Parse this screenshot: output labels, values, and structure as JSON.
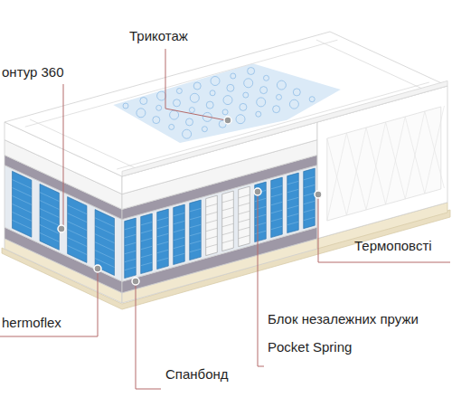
{
  "diagram": {
    "labels": [
      "Трикотаж",
      "онтур 360",
      "Термоповсті",
      "hermoflex",
      "Блок незалежних пружи",
      "Pocket Spring",
      "Спанбонд"
    ]
  }
}
